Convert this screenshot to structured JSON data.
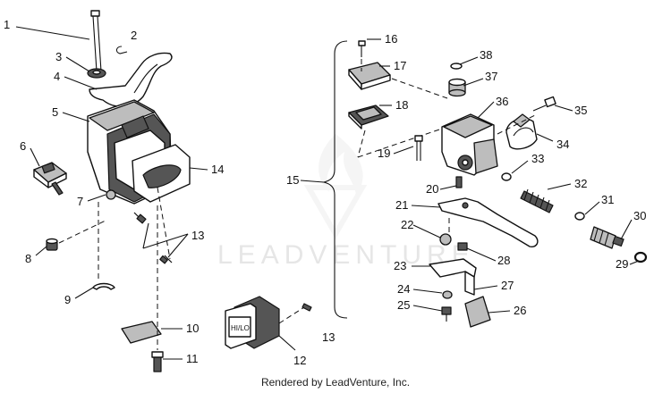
{
  "watermark": "LEADVENTURE",
  "credit": "Rendered by LeadVenture, Inc.",
  "switch_legend": "HI/LO",
  "callouts": [
    {
      "id": "c1",
      "label": "1"
    },
    {
      "id": "c2",
      "label": "2"
    },
    {
      "id": "c3",
      "label": "3"
    },
    {
      "id": "c4",
      "label": "4"
    },
    {
      "id": "c5",
      "label": "5"
    },
    {
      "id": "c6",
      "label": "6"
    },
    {
      "id": "c7",
      "label": "7"
    },
    {
      "id": "c8",
      "label": "8"
    },
    {
      "id": "c9",
      "label": "9"
    },
    {
      "id": "c10",
      "label": "10"
    },
    {
      "id": "c11",
      "label": "11"
    },
    {
      "id": "c12",
      "label": "12"
    },
    {
      "id": "c13a",
      "label": "13"
    },
    {
      "id": "c13b",
      "label": "13"
    },
    {
      "id": "c14",
      "label": "14"
    },
    {
      "id": "c15",
      "label": "15"
    },
    {
      "id": "c16",
      "label": "16"
    },
    {
      "id": "c17",
      "label": "17"
    },
    {
      "id": "c18",
      "label": "18"
    },
    {
      "id": "c19",
      "label": "19"
    },
    {
      "id": "c20",
      "label": "20"
    },
    {
      "id": "c21",
      "label": "21"
    },
    {
      "id": "c22",
      "label": "22"
    },
    {
      "id": "c23",
      "label": "23"
    },
    {
      "id": "c24",
      "label": "24"
    },
    {
      "id": "c25",
      "label": "25"
    },
    {
      "id": "c26",
      "label": "26"
    },
    {
      "id": "c27",
      "label": "27"
    },
    {
      "id": "c28",
      "label": "28"
    },
    {
      "id": "c29",
      "label": "29"
    },
    {
      "id": "c30",
      "label": "30"
    },
    {
      "id": "c31",
      "label": "31"
    },
    {
      "id": "c32",
      "label": "32"
    },
    {
      "id": "c33",
      "label": "33"
    },
    {
      "id": "c34",
      "label": "34"
    },
    {
      "id": "c35",
      "label": "35"
    },
    {
      "id": "c36",
      "label": "36"
    },
    {
      "id": "c37",
      "label": "37"
    },
    {
      "id": "c38",
      "label": "38"
    }
  ]
}
